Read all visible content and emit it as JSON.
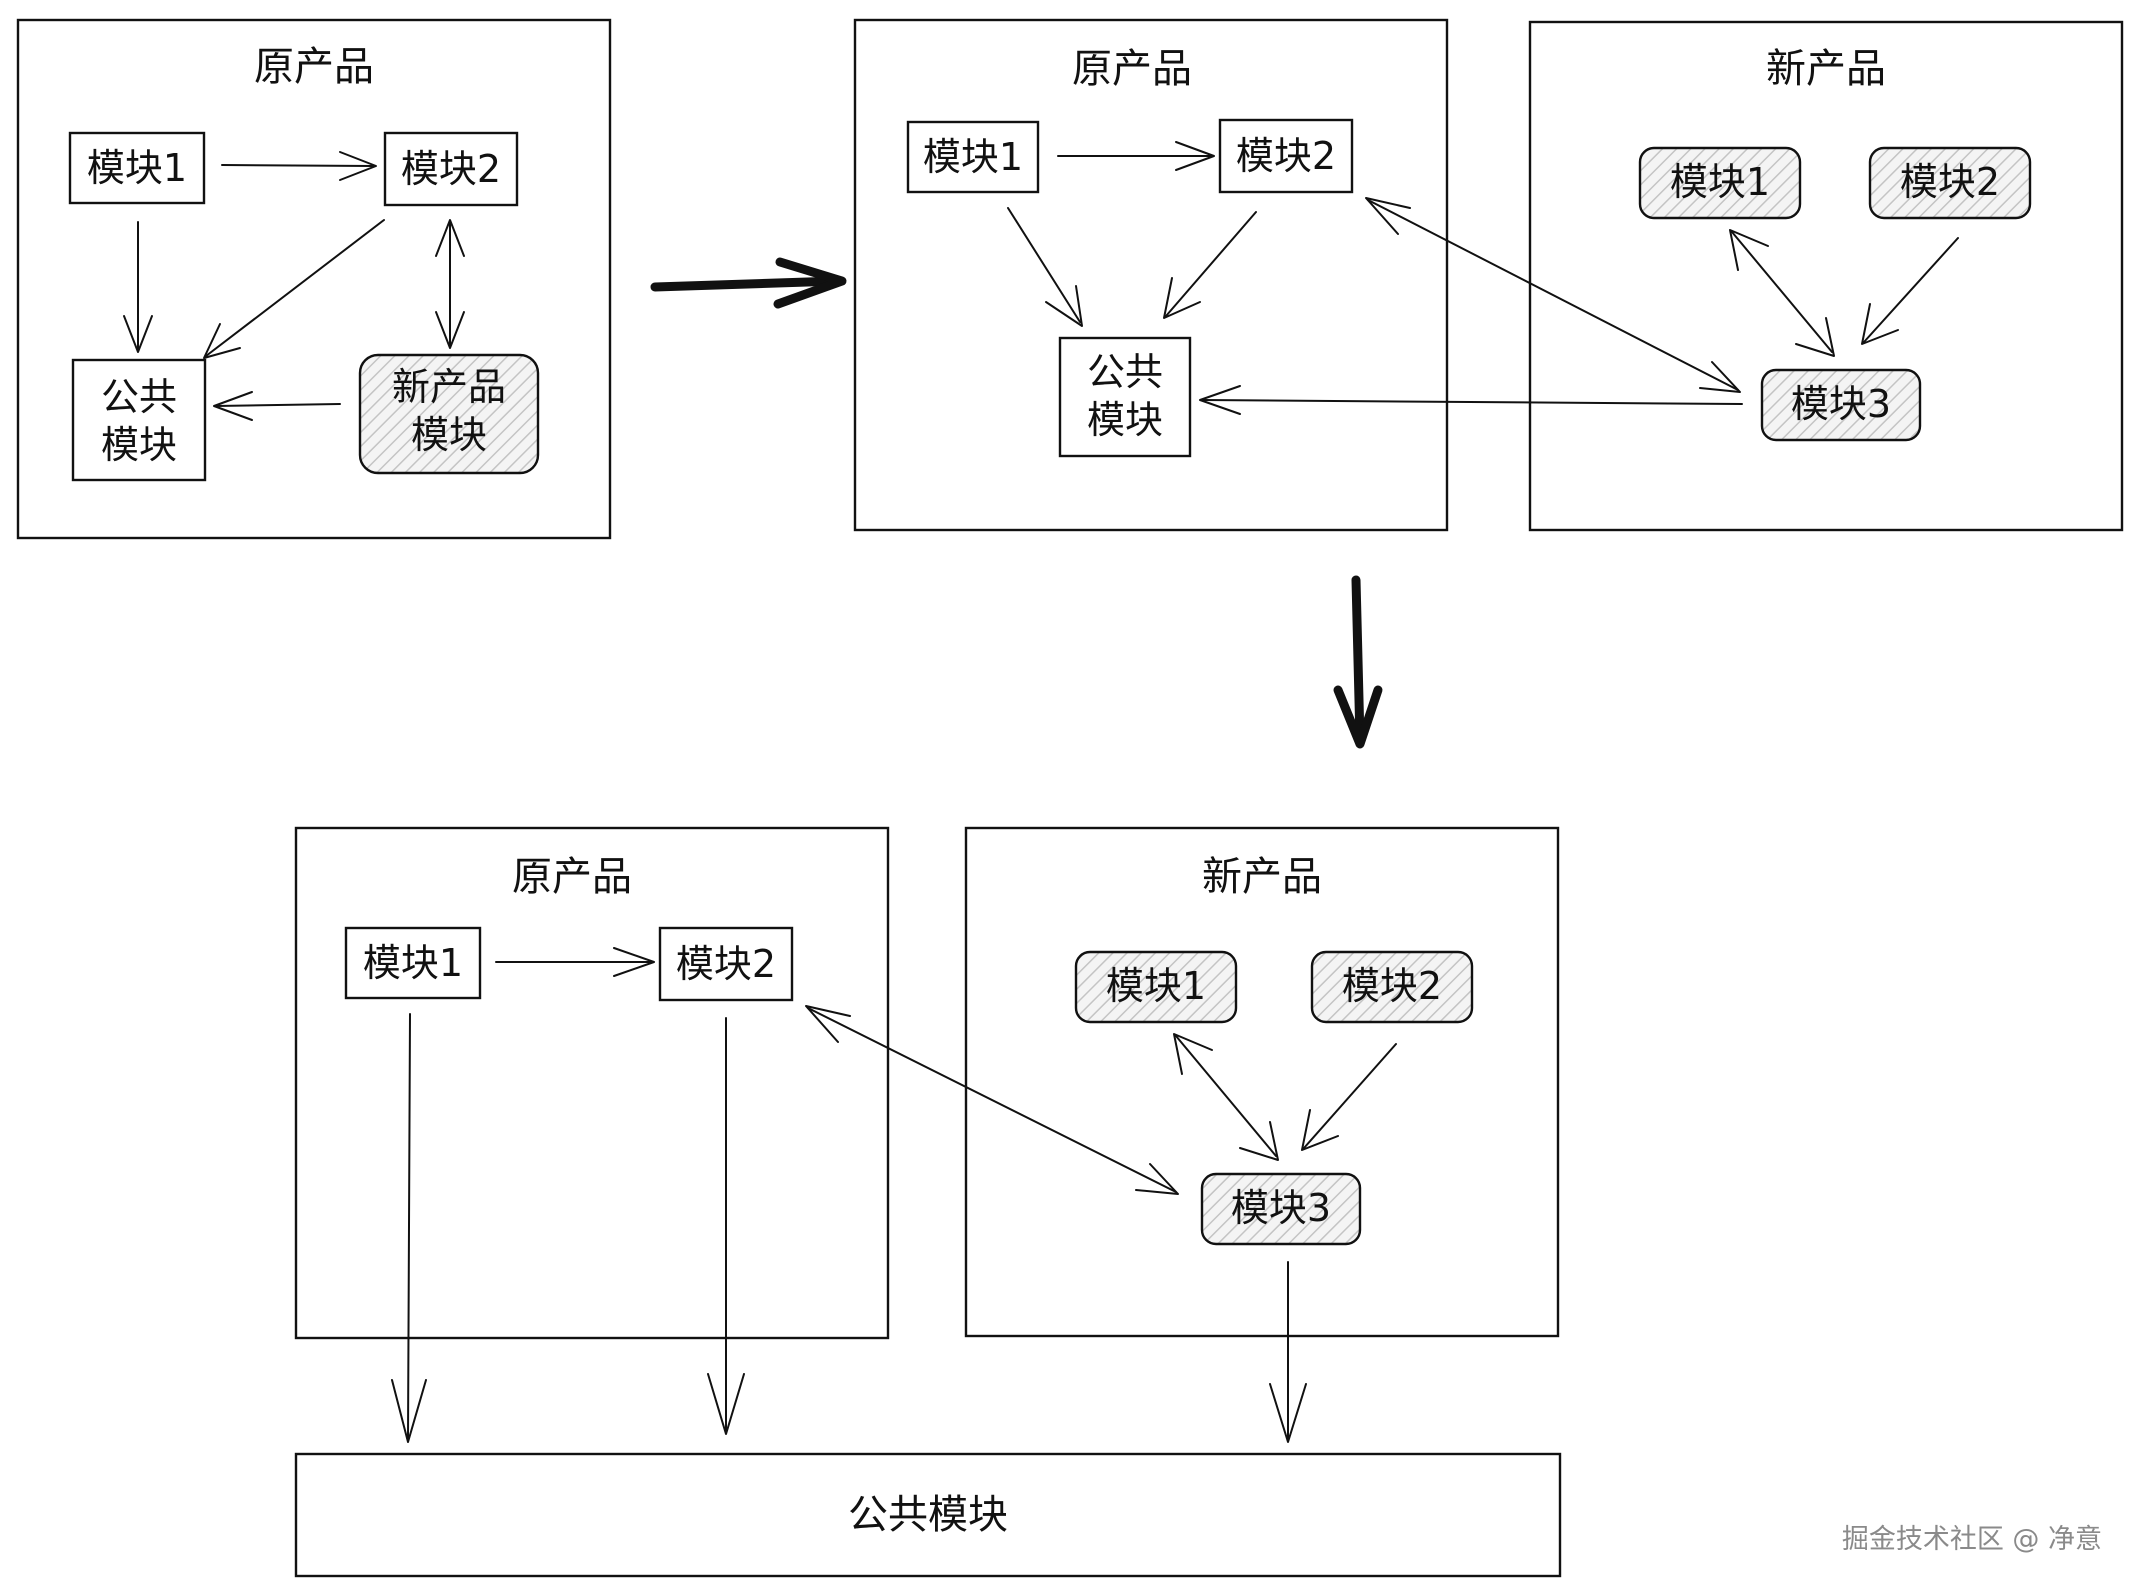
{
  "stage1": {
    "frame_title": "原产品",
    "module1": "模块1",
    "module2": "模块2",
    "common_line1": "公共",
    "common_line2": "模块",
    "newproduct_line1": "新产品",
    "newproduct_line2": "模块"
  },
  "stage2": {
    "original_title": "原产品",
    "original_module1": "模块1",
    "original_module2": "模块2",
    "common_line1": "公共",
    "common_line2": "模块",
    "new_title": "新产品",
    "new_module1": "模块1",
    "new_module2": "模块2",
    "new_module3": "模块3"
  },
  "stage3": {
    "original_title": "原产品",
    "original_module1": "模块1",
    "original_module2": "模块2",
    "new_title": "新产品",
    "new_module1": "模块1",
    "new_module2": "模块2",
    "new_module3": "模块3",
    "common_module": "公共模块"
  },
  "watermark": "掘金技术社区 @ 净意"
}
